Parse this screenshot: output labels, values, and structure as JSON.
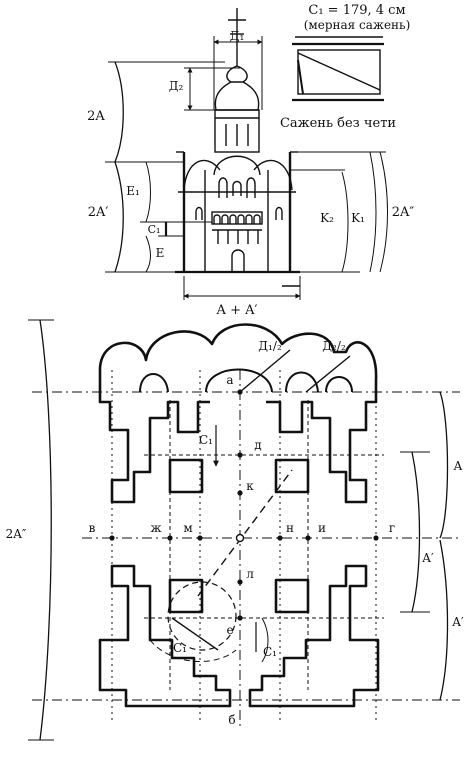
{
  "colors": {
    "ink": "#111111",
    "background": "#ffffff"
  },
  "legend": {
    "formula": "C₁ = 179, 4 см",
    "subtitle": "(мерная сажень)",
    "caption": "Сажень без чети"
  },
  "elevation": {
    "labels": {
      "d1": "Д₁",
      "d2": "Д₂",
      "twoA": "2A",
      "twoA_prime": "2A′",
      "twoA_dprime": "2A″",
      "e1": "E₁",
      "c1": "C₁",
      "e": "E",
      "k2": "K₂",
      "k1": "K₁",
      "sum": "A + A′"
    }
  },
  "plan": {
    "labels": {
      "d_half": "Д₁/₂",
      "d2_half": "Д₂/₂",
      "a": "а",
      "b": "б",
      "v": "в",
      "g": "г",
      "d": "д",
      "e": "е",
      "zh": "ж",
      "i": "и",
      "k": "к",
      "l": "л",
      "m": "м",
      "n": "н",
      "c1_top": "C₁",
      "c1_left": "C₁",
      "c1_right": "C₁",
      "twoA_dprime": "2A″",
      "a_right": "A",
      "a_prime_right": "A′",
      "a_prime_low": "A′"
    }
  }
}
